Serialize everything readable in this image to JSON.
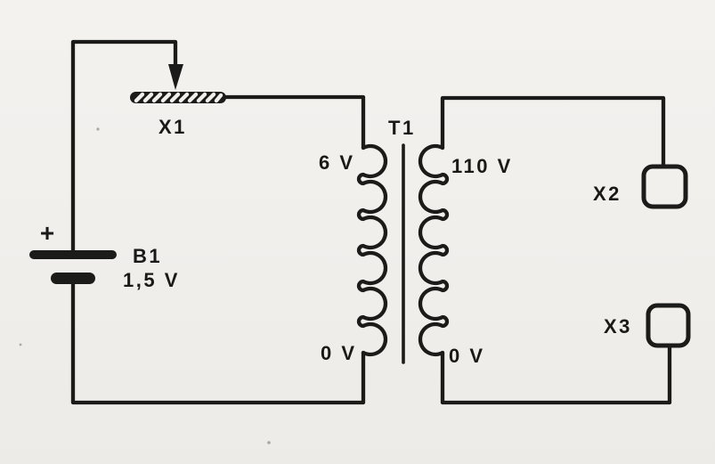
{
  "meta": {
    "figure_type": "electronic schematic (scanned line drawing)",
    "background_color": "#f1efec",
    "ink_color": "#1b1b19"
  },
  "schematic": {
    "battery": {
      "ref": "B1",
      "value": "1,5 V",
      "polarity": "+"
    },
    "contact_strip": {
      "ref": "X1"
    },
    "transformer": {
      "ref": "T1",
      "primary": {
        "top_tap": "6 V",
        "bottom_tap": "0 V"
      },
      "secondary": {
        "top_tap": "110 V",
        "bottom_tap": "0 V"
      }
    },
    "terminals": {
      "x2": "X2",
      "x3": "X3"
    }
  }
}
